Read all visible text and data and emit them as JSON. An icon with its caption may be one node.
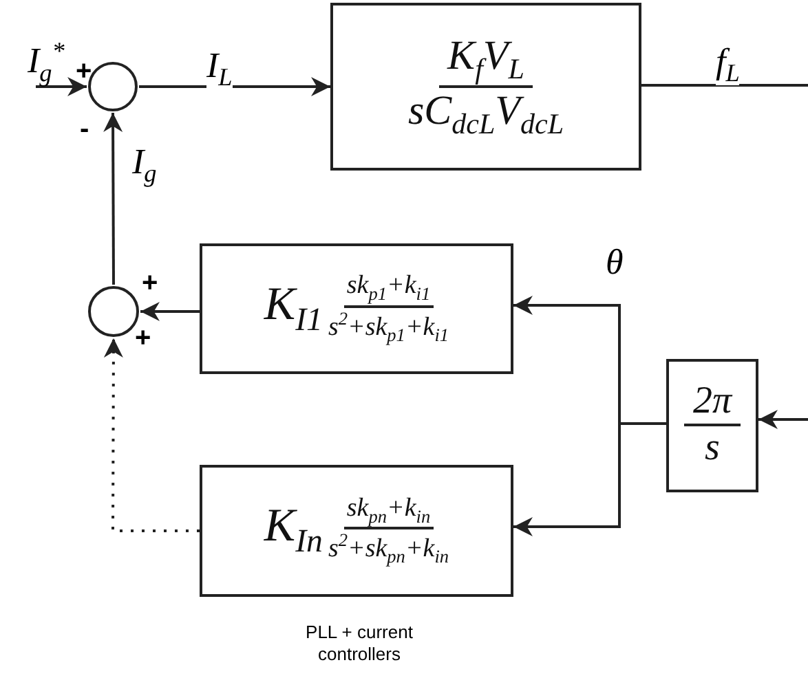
{
  "diagram": {
    "nodes": [
      {
        "text": [],
        "shape": "circle"
      },
      {
        "text": [
          "K$_{f}$V$_{L}$",
          "sC$_{dcL}$V$_{dcL}$"
        ]
      },
      {
        "text": [],
        "shape": "circle"
      },
      {
        "text": [
          "K$_{I1}$",
          "sk$_{p1}$+k$_{i1}$",
          "s$^{2}$+sk$_{p1}$+k$_{i1}$"
        ]
      },
      {
        "text": [
          "2π",
          "s"
        ]
      },
      {
        "text": [
          "K$_{In}$",
          "sk$_{pn}$+k$_{in}$",
          "s$^{2}$+sk$_{pn}$+k$_{in}$"
        ]
      }
    ],
    "edges": [
      {
        "from": null,
        "to": 0,
        "arrow": "to",
        "label": "I$_{g}$$^{*}$"
      },
      {
        "from": 0,
        "to": 1,
        "arrow": "to",
        "label": "I$_{L}$"
      },
      {
        "from": 1,
        "to": null,
        "arrow": "none",
        "label": "f$_{L}$"
      },
      {
        "from": 2,
        "to": 0,
        "arrow": "to",
        "label": "I$_{g}$"
      },
      {
        "from": 3,
        "to": 2,
        "arrow": "to"
      },
      {
        "from": 5,
        "to": 2,
        "arrow": "to",
        "style": "dashed"
      },
      {
        "from": 4,
        "to": 3,
        "arrow": "to",
        "label": "θ"
      },
      {
        "from": 4,
        "to": 5,
        "arrow": "to"
      },
      {
        "from": null,
        "to": 4,
        "arrow": "to"
      }
    ],
    "labels": [
      "+",
      "-",
      "+",
      "+",
      "PLL + current controllers"
    ]
  }
}
